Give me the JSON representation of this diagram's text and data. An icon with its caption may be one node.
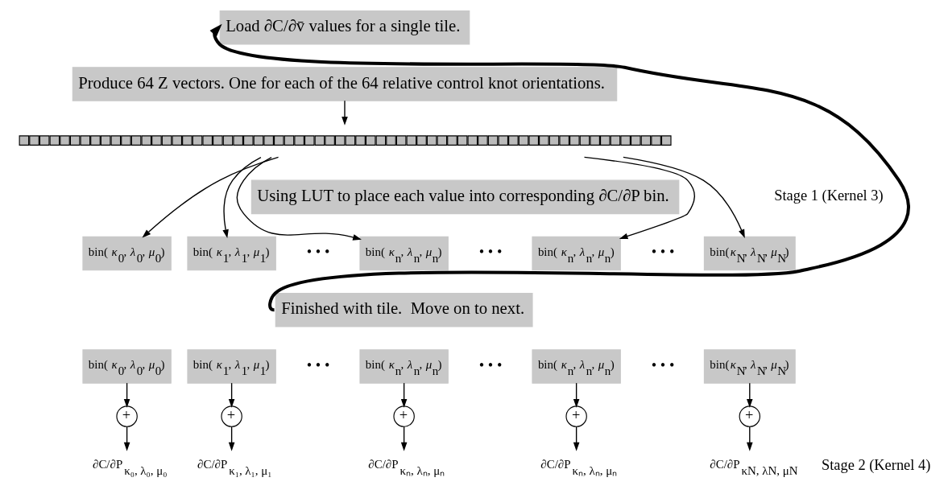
{
  "diagram": {
    "nodes": [
      {
        "text": [
          "Load ∂C/∂v̄ values for a single tile."
        ]
      },
      {
        "text": [
          "Produce 64 Z vectors. One for each of the 64 relative control knot orientations."
        ]
      },
      {
        "text": [],
        "shape": "bar"
      },
      {
        "text": [
          "Using LUT to place each value into corresponding ∂C/∂P bin."
        ]
      },
      {
        "text": [
          "bin( *κ*$_{0}$, *λ*$_{0}$, *μ*$_{0}$)"
        ]
      },
      {
        "text": [
          "bin( *κ*$_{1}$, *λ*$_{1}$, *μ*$_{1}$)"
        ]
      },
      {
        "text": [
          "bin( *κ*$_{n}$, *λ*$_{n}$, *μ*$_{n}$)"
        ]
      },
      {
        "text": [
          "bin( *κ*$_{n}$, *λ*$_{n}$, *μ*$_{n}$)"
        ]
      },
      {
        "text": [
          "bin(*κ*$_{N}$, *λ*$_{N}$, *μ*$_{N}$)"
        ]
      },
      {
        "text": [
          "Finished with tile.  Move on to next."
        ]
      },
      {
        "text": [
          "bin( *κ*$_{0}$, *λ*$_{0}$, *μ*$_{0}$)"
        ]
      },
      {
        "text": [
          "bin( *κ*$_{1}$, *λ*$_{1}$, *μ*$_{1}$)"
        ]
      },
      {
        "text": [
          "bin( *κ*$_{n}$, *λ*$_{n}$, *μ*$_{n}$)"
        ]
      },
      {
        "text": [
          "bin( *κ*$_{n}$, *λ*$_{n}$, *μ*$_{n}$)"
        ]
      },
      {
        "text": [
          "bin(*κ*$_{N}$, *λ*$_{N}$, *μ*$_{N}$)"
        ]
      },
      {
        "text": [
          "+"
        ]
      },
      {
        "text": [
          "+"
        ]
      },
      {
        "text": [
          "+"
        ]
      },
      {
        "text": [
          "+"
        ]
      },
      {
        "text": [
          "+"
        ]
      },
      {
        "text": [
          "∂C/∂P$_{κ₀, λ₀, μ₀}$"
        ]
      },
      {
        "text": [
          "∂C/∂P$_{κ₁, λ₁, μ₁}$"
        ]
      },
      {
        "text": [
          "∂C/∂P$_{κₙ, λₙ, μₙ}$"
        ]
      },
      {
        "text": [
          "∂C/∂P$_{κₙ, λₙ, μₙ}$"
        ]
      },
      {
        "text": [
          "∂C/∂P$_{κN, λN, μN}$"
        ]
      }
    ],
    "edges": [
      {
        "from": 9,
        "to": 0,
        "arrow": "to",
        "style": "thick"
      },
      {
        "from": 1,
        "to": 2,
        "arrow": "to"
      },
      {
        "from": 2,
        "to": 4,
        "arrow": "to"
      },
      {
        "from": 2,
        "to": 5,
        "arrow": "to"
      },
      {
        "from": 2,
        "to": 6,
        "arrow": "to"
      },
      {
        "from": 2,
        "to": 7,
        "arrow": "to"
      },
      {
        "from": 2,
        "to": 8,
        "arrow": "to"
      },
      {
        "from": 10,
        "to": 15,
        "arrow": "to"
      },
      {
        "from": 11,
        "to": 16,
        "arrow": "to"
      },
      {
        "from": 12,
        "to": 17,
        "arrow": "to"
      },
      {
        "from": 13,
        "to": 18,
        "arrow": "to"
      },
      {
        "from": 14,
        "to": 19,
        "arrow": "to"
      },
      {
        "from": 15,
        "to": 20,
        "arrow": "to"
      },
      {
        "from": 16,
        "to": 21,
        "arrow": "to"
      },
      {
        "from": 17,
        "to": 22,
        "arrow": "to"
      },
      {
        "from": 18,
        "to": 23,
        "arrow": "to"
      },
      {
        "from": 19,
        "to": 24,
        "arrow": "to"
      }
    ],
    "labels": [
      "Stage 1 (Kernel 3)",
      "• • •",
      "• • •",
      "• • •",
      "• • •",
      "• • •",
      "• • •",
      "Stage 2 (Kernel 4)"
    ]
  }
}
